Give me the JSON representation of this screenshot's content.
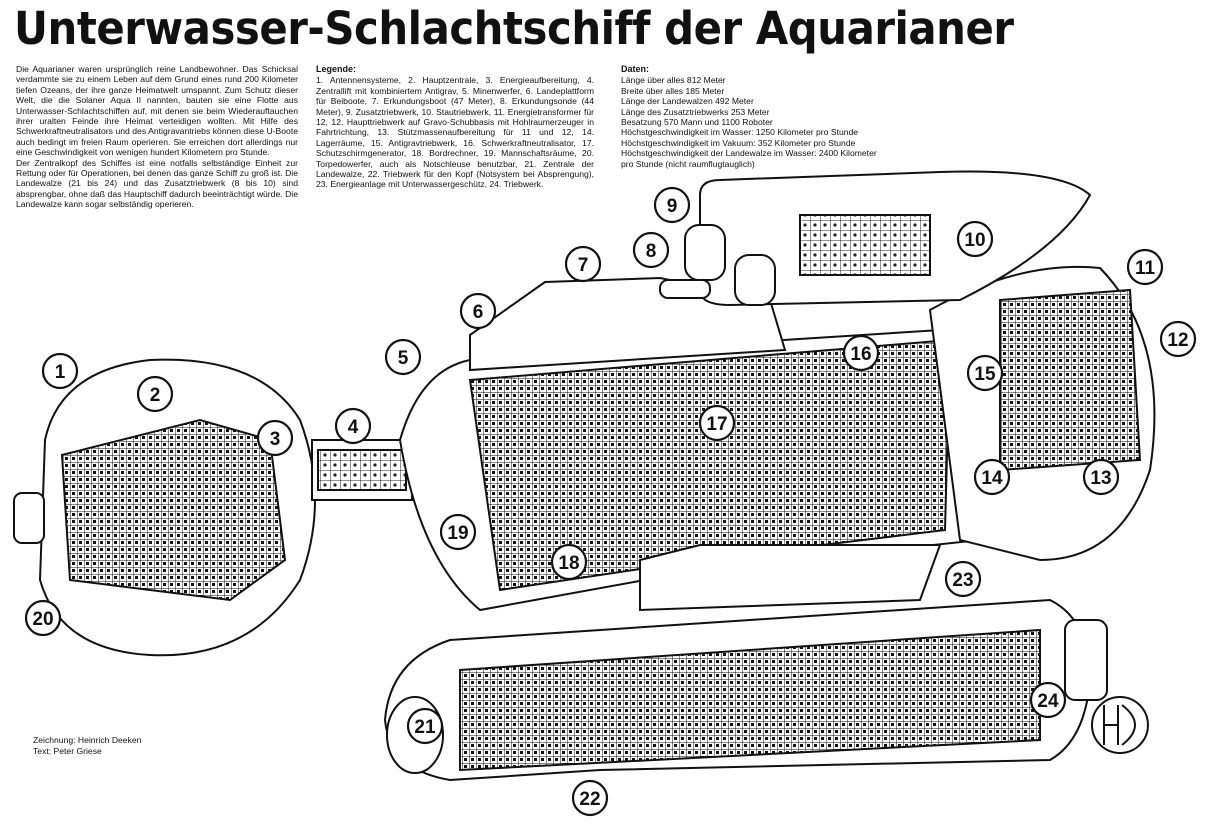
{
  "title": "Unterwasser-Schlachtschiff der Aquarianer",
  "intro": {
    "p1": "Die Aquarianer waren ursprünglich reine Landbewohner. Das Schicksal verdammte sie zu einem Leben auf dem Grund eines rund 200 Kilometer tiefen Ozeans, der ihre ganze Heimatwelt umspannt. Zum Schutz dieser Welt, die die Solaner Aqua II nannten, bauten sie eine Flotte aus Unterwasser-Schlachtschiffen auf, mit denen sie beim Wiederauftauchen ihrer uralten Feinde ihre Heimat verteidigen wollten. Mit Hilfe des Schwerkraftneutralisators und des Antigravantriebs können diese U-Boote auch bedingt im freien Raum operieren. Sie erreichen dort allerdings nur eine Geschwindigkeit von wenigen hundert Kilometern pro Stunde.",
    "p2": "Der Zentralkopf des Schiffes ist eine notfalls selbständige Einheit zur Rettung oder für Operationen, bei denen das ganze Schiff zu groß ist. Die Landewalze (21 bis 24) und das Zusatztriebwerk (8 bis 10) sind absprengbar, ohne daß das Hauptschiff dadurch beeinträchtigt würde. Die Landewalze kann sogar selbständig operieren."
  },
  "legend": {
    "heading": "Legende:",
    "text": "1. Antennensysteme, 2. Hauptzentrale, 3. Energieaufbereitung, 4. Zentrallift mit kombiniertem Antigrav, 5. Minenwerfer, 6. Landeplattform für Beiboote, 7. Erkundungsboot (47 Meter), 8. Erkundungsonde (44 Meter), 9. Zusatztriebwerk, 10. Stautriebwerk, 11. Energietransformer für 12, 12. Haupttriebwerk auf Gravo-Schubbasis mit Hohlraumerzeuger in Fahrtrichtung, 13. Stützmassenaufbereitung für 11 und 12, 14. Lagerräume, 15. Antigravtriebwerk, 16. Schwerkraftneutralisator, 17. Schutzschirmgenerator, 18. Bordrechner, 19. Mannschaftsräume, 20. Torpedowerfer, auch als Notschleuse benutzbar, 21. Zentrale der Landewalze, 22. Triebwerk für den Kopf (Notsystem bei Absprengung), 23. Energieanlage mit Unterwassergeschütz, 24. Triebwerk."
  },
  "daten": {
    "heading": "Daten:",
    "lines": [
      "Länge über alles 812 Meter",
      "Breite über alles 185 Meter",
      "Länge der Landewalzen 492 Meter",
      "Länge des Zusatztriebwerks 253 Meter",
      "Besatzung 570 Mann und 1100 Roboter",
      "Höchstgeschwindigkeit im Wasser: 1250 Kilometer pro Stunde",
      "Höchstgeschwindigkeit im Vakuum: 352 Kilometer pro Stunde",
      "Höchstgeschwindigkeit der Landewalze im Wasser: 2400 Kilometer pro Stunde (nicht raumflugtauglich)"
    ]
  },
  "credits": {
    "drawing": "Zeichnung: Heinrich Deeken",
    "text": "Text: Peter Griese"
  },
  "callouts": [
    "1",
    "2",
    "3",
    "4",
    "5",
    "6",
    "7",
    "8",
    "9",
    "10",
    "11",
    "12",
    "13",
    "14",
    "15",
    "16",
    "17",
    "18",
    "19",
    "20",
    "21",
    "22",
    "23",
    "24"
  ],
  "signature": "HD"
}
